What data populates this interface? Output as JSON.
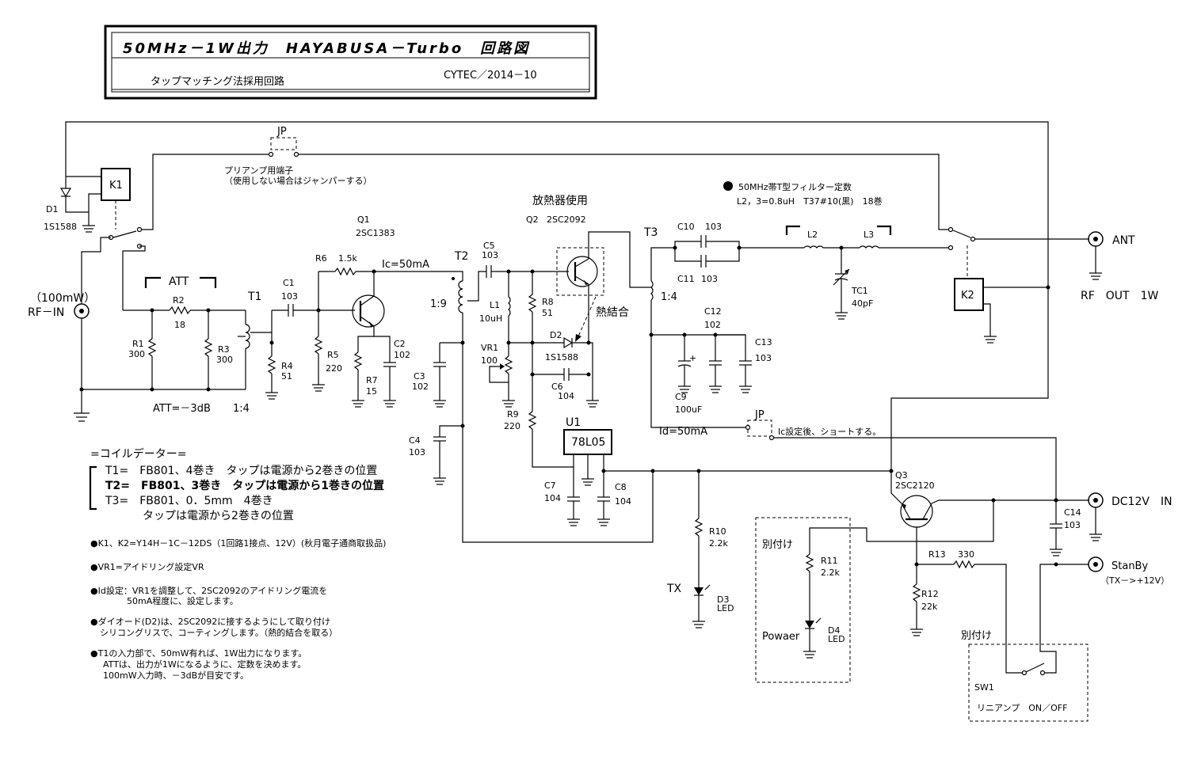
{
  "title_block": {
    "title": "50MHz－1W出力　HAYABUSA－Turbo　回路図",
    "subtitle": "タップマッチング法採用回路",
    "revision": "CYTEC／2014－10"
  },
  "labels": {
    "jp1": "JP",
    "jp1_note1": "プリアンプ用端子",
    "jp1_note2": "（使用しない場合はジャンパーする）",
    "k1": "K1",
    "d1": "D1",
    "d1_part": "1S1588",
    "rfin_power": "（100mW）",
    "rfin": "RF－IN",
    "att": "ATT",
    "r1": "R1",
    "r1v": "300",
    "r2": "R2",
    "r2v": "18",
    "r3": "R3",
    "r3v": "300",
    "att_value": "ATT=－3dB",
    "t1": "T1",
    "t1_ratio": "1:4",
    "c1": "C1",
    "c1v": "103",
    "r4": "R4",
    "r4v": "51",
    "r5": "R5",
    "r5v": "220",
    "r6": "R6",
    "r6v": "1.5k",
    "q1": "Q1",
    "q1_part": "2SC1383",
    "ic": "Ic=50mA",
    "r7": "R7",
    "r7v": "15",
    "c2": "C2",
    "c2v": "102",
    "t2": "T2",
    "t2_ratio": "1:9",
    "c3": "C3",
    "c3v": "102",
    "c4": "C4",
    "c4v": "103",
    "c5": "C5",
    "c5v": "103",
    "l1": "L1",
    "l1v": "10uH",
    "r8": "R8",
    "r8v": "51",
    "heatsink": "放熱器使用",
    "q2": "Q2",
    "q2_part": "2SC2092",
    "thermal": "熱結合",
    "d2": "D2",
    "d2_part": "1S1588",
    "vr1": "VR1",
    "vr1v": "100",
    "c6": "C6",
    "c6v": "104",
    "r9": "R9",
    "r9v": "220",
    "u1": "U1",
    "u1_part": "78L05",
    "c7": "C7",
    "c7v": "104",
    "c8": "C8",
    "c8v": "104",
    "t3": "T3",
    "t3_ratio": "1:4",
    "c10": "C10",
    "c10v": "103",
    "c11": "C11",
    "c11v": "103",
    "c12": "C12",
    "c12v": "102",
    "c13": "C13",
    "c13v": "103",
    "c9": "C9",
    "c9v": "100uF",
    "filter_note": "50MHz帯T型フィルター定数",
    "filter_value": "L2，3=0.8uH　T37#10(黒)　18巻",
    "l2": "L2",
    "l3": "L3",
    "tc1": "TC1",
    "tc1v": "40pF",
    "ant": "ANT",
    "k2": "K2",
    "rfout": "RF　OUT　1W",
    "id": "Id=50mA",
    "jp2": "JP",
    "jp2_note": "Ic設定後、ショートする。",
    "q3": "Q3",
    "q3_part": "2SC2120",
    "c14": "C14",
    "c14v": "103",
    "dc12v": "DC12V　IN",
    "r10": "R10",
    "r10v": "2.2k",
    "tx": "TX",
    "d3": "D3",
    "d3_part": "LED",
    "bettsuke1": "別付け",
    "r11": "R11",
    "r11v": "2.2k",
    "power": "Powaer",
    "d4": "D4",
    "d4_part": "LED",
    "r13": "R13",
    "r13v": "330",
    "r12": "R12",
    "r12v": "22k",
    "standby": "StanBy",
    "standby_note": "（TX－>+12V）",
    "bettsuke2": "別付け",
    "sw1": "SW1",
    "sw1_note": "リニアンプ　ON／OFF"
  },
  "coil_data": {
    "heading": "=コイルデーター=",
    "t1": "T1=　FB801、4巻き　タップは電源から2巻きの位置",
    "t2": "T2=　FB801、3巻き　タップは電源から1巻きの位置",
    "t3a": "T3=　FB801、0．5mm　4巻き",
    "t3b": "タップは電源から2巻きの位置"
  },
  "notes": [
    "●K1、K2=Y14H－1C－12DS（1回路1接点、12V）(秋月電子通商取扱品)",
    "●VR1=アイドリング設定VR",
    "●Id設定：VR1を調整して、2SC2092のアイドリング電流を",
    "50mA程度に、設定します。",
    "●ダイオード(D2)は、2SC2092に接するようにして取り付け",
    "シリコングリスで、コーティングします。（熱的結合を取る）",
    "●T1の入力部で、50mW有れば、1W出力になります。",
    "ATTは、出力が1Wになるように、定数を決めます。",
    "100mW入力時、－3dBが目安です。"
  ]
}
